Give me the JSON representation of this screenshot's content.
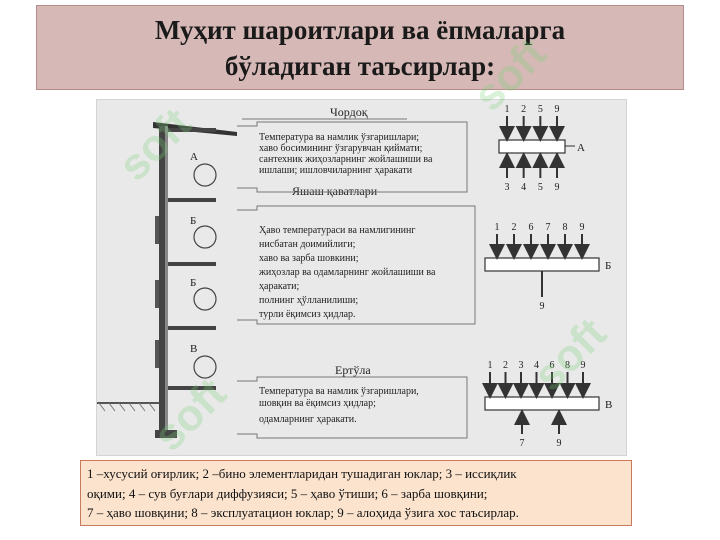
{
  "title": {
    "line1": "Муҳит шароитлари ва ёпмаларга",
    "line2": "бўладиган таъсирлар:"
  },
  "diagram": {
    "zones": {
      "attic": "Чордоқ",
      "living": "Яшаш қаватлари",
      "basement": "Ертўла"
    },
    "attic_text": [
      "Температура ва намлик ўзгаришлари;",
      "хаво босимининг ўзгарувчан қиймати;",
      "сантехник жиҳозларнинг жойлашиши ва",
      "ишлаши; ишловчиларнинг ҳаракати"
    ],
    "living_text": [
      "Ҳаво температураси ва намлигининг",
      "нисбатан доимийлиги;",
      "хаво ва зарба шовкини;",
      "жиҳозлар ва одамларнинг жойлашиши ва",
      "ҳаракати;",
      "полнинг ҳўлланилиши;",
      "турли ёқимсиз ҳидлар."
    ],
    "basement_text": [
      "Температура ва намлик ўзгаришлари,",
      "шовқин ва ёқимсиз ҳидлар;",
      "одамларнинг ҳаракати."
    ],
    "building_labels": [
      "А",
      "Б",
      "Б",
      "В"
    ],
    "diagrams": [
      {
        "label": "А",
        "top": [
          "1",
          "2",
          "5",
          "9"
        ],
        "bottom": [
          "3",
          "4",
          "5",
          "9"
        ]
      },
      {
        "label": "Б",
        "top": [
          "1",
          "2",
          "6",
          "7",
          "8",
          "9"
        ],
        "bottom": [
          "9"
        ]
      },
      {
        "label": "В",
        "top": [
          "1",
          "2",
          "3",
          "4",
          "6",
          "8",
          "9"
        ],
        "bottom": [
          "7",
          "9"
        ]
      }
    ]
  },
  "legend": {
    "line1": "1 –хусусий оғирлик; 2 –бино элементларидан тушадиган юклар; 3 – иссиқлик",
    "line2": "оқими; 4 – сув буғлари диффузияси; 5 – ҳаво ўтиши; 6 – зарба шовқини;",
    "line3": "7 – ҳаво шовқини; 8 – эксплуатацион юклар; 9 – алоҳида ўзига хос таъсирлар."
  },
  "watermark": "soft",
  "colors": {
    "title_bg": "#d6b9b6",
    "legend_bg": "#fbe3ce",
    "legend_border": "#c87a5a",
    "diagram_bg": "#e9e9e9"
  }
}
